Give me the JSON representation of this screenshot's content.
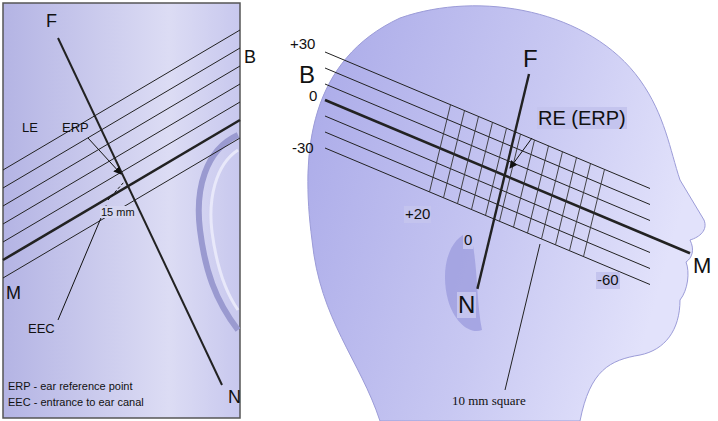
{
  "diagram": {
    "labels": [
      "F",
      "LE",
      "ERP",
      "B",
      "15 mm",
      "M",
      "EEC",
      "N",
      "ERP - ear reference point",
      "EEC - entrance to ear canal",
      "+30",
      "B",
      "0",
      "-30",
      "F",
      "RE (ERP)",
      "+20",
      "0",
      "N",
      "-60",
      "M",
      "10 mm square"
    ]
  }
}
